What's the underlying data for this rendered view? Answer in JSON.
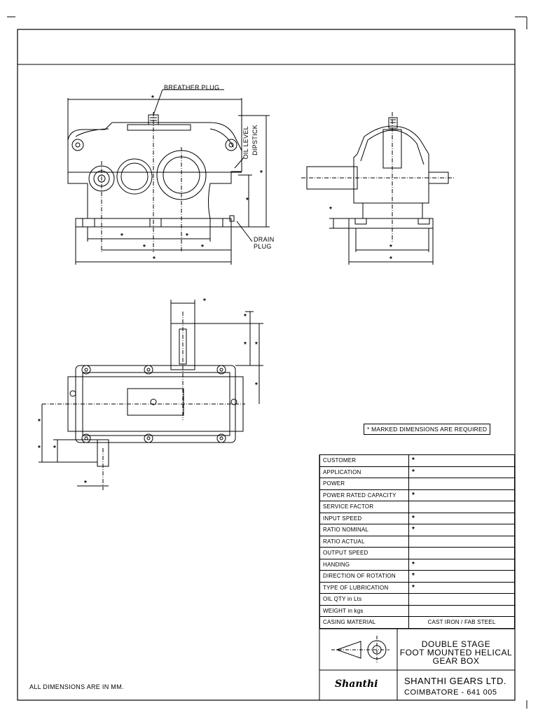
{
  "labels": {
    "breather_plug": "BREATHER PLUG",
    "oil_level": "OIL LEVEL",
    "dipstick": "DIPSTICK",
    "drain": "DRAIN",
    "plug": "PLUG",
    "star": "*"
  },
  "note": "* MARKED DIMENSIONS ARE REQUIRED",
  "footer_note": "ALL DIMENSIONS ARE IN MM.",
  "spec_table": [
    {
      "label": "CUSTOMER",
      "value": "*"
    },
    {
      "label": "APPLICATION",
      "value": "*"
    },
    {
      "label": "POWER",
      "value": ""
    },
    {
      "label": "POWER RATED CAPACITY",
      "value": "*"
    },
    {
      "label": "SERVICE FACTOR",
      "value": ""
    },
    {
      "label": "INPUT SPEED",
      "value": "*"
    },
    {
      "label": "RATIO NOMINAL",
      "value": "*"
    },
    {
      "label": "RATIO ACTUAL",
      "value": ""
    },
    {
      "label": "OUTPUT SPEED",
      "value": ""
    },
    {
      "label": "HANDING",
      "value": "*"
    },
    {
      "label": "DIRECTION OF ROTATION",
      "value": "*"
    },
    {
      "label": "TYPE OF LUBRICATION",
      "value": "*"
    },
    {
      "label": "OIL QTY in Lts",
      "value": ""
    },
    {
      "label": "WEIGHT in kgs",
      "value": ""
    },
    {
      "label": "CASING MATERIAL",
      "value": "CAST IRON / FAB STEEL"
    }
  ],
  "title_block": {
    "title_line1": "DOUBLE STAGE",
    "title_line2": "FOOT MOUNTED HELICAL",
    "title_line3": "GEAR BOX",
    "brand": "Shanthi",
    "company": "SHANTHI GEARS LTD.",
    "address": "COIMBATORE - 641 005"
  }
}
